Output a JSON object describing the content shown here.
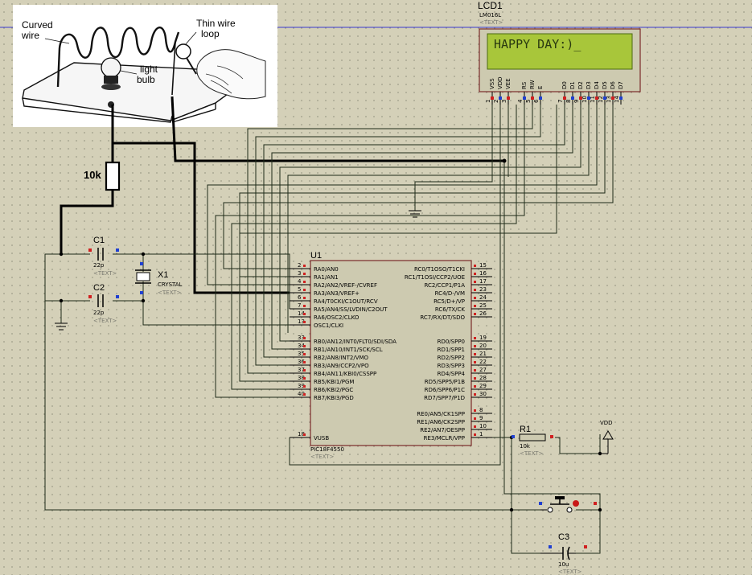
{
  "photo": {
    "curved_wire": "Curved\nwire",
    "thin_wire_loop": "Thin wire\nloop",
    "light_bulb": "light\nbulb"
  },
  "resistor_10k": {
    "label": "10k"
  },
  "lcd": {
    "ref": "LCD1",
    "part": "LM016L",
    "text_tag": "<TEXT>",
    "display": "HAPPY DAY:)_",
    "pin_names": [
      "VSS",
      "VDD",
      "VEE",
      "RS",
      "RW",
      "E",
      "D0",
      "D1",
      "D2",
      "D3",
      "D4",
      "D5",
      "D6",
      "D7"
    ],
    "pin_numbers": [
      "1",
      "2",
      "3",
      "4",
      "5",
      "6",
      "7",
      "8",
      "9",
      "10",
      "11",
      "12",
      "13",
      "14"
    ]
  },
  "c1": {
    "ref": "C1",
    "value": "22p",
    "text_tag": "<TEXT>"
  },
  "c2": {
    "ref": "C2",
    "value": "22p",
    "text_tag": "<TEXT>"
  },
  "x1": {
    "ref": "X1",
    "value": "CRYSTAL",
    "text_tag": "<TEXT>"
  },
  "u1": {
    "ref": "U1",
    "part": "PIC18F4550",
    "text_tag": "<TEXT>",
    "left_pins": [
      {
        "num": "2",
        "name": "RA0/AN0"
      },
      {
        "num": "3",
        "name": "RA1/AN1"
      },
      {
        "num": "4",
        "name": "RA2/AN2/VREF-/CVREF"
      },
      {
        "num": "5",
        "name": "RA3/AN3/VREF+"
      },
      {
        "num": "6",
        "name": "RA4/T0CKI/C1OUT/RCV"
      },
      {
        "num": "7",
        "name": "RA5/AN4/SS/LVDIN/C2OUT"
      },
      {
        "num": "14",
        "name": "RA6/OSC2/CLKO"
      },
      {
        "num": "13",
        "name": "OSC1/CLKI"
      },
      {
        "num": "33",
        "name": "RB0/AN12/INT0/FLT0/SDI/SDA"
      },
      {
        "num": "34",
        "name": "RB1/AN10/INT1/SCK/SCL"
      },
      {
        "num": "35",
        "name": "RB2/AN8/INT2/VMO"
      },
      {
        "num": "36",
        "name": "RB3/AN9/CCP2/VPO"
      },
      {
        "num": "37",
        "name": "RB4/AN11/KBI0/CSSPP"
      },
      {
        "num": "38",
        "name": "RB5/KBI1/PGM"
      },
      {
        "num": "39",
        "name": "RB6/KBI2/PGC"
      },
      {
        "num": "40",
        "name": "RB7/KBI3/PGD"
      },
      {
        "num": "18",
        "name": "VUSB"
      }
    ],
    "right_pins": [
      {
        "num": "15",
        "name": "RC0/T1OSO/T1CKI"
      },
      {
        "num": "16",
        "name": "RC1/T1OSI/CCP2/UOE"
      },
      {
        "num": "17",
        "name": "RC2/CCP1/P1A"
      },
      {
        "num": "23",
        "name": "RC4/D-/VM"
      },
      {
        "num": "24",
        "name": "RC5/D+/VP"
      },
      {
        "num": "25",
        "name": "RC6/TX/CK"
      },
      {
        "num": "26",
        "name": "RC7/RX/DT/SDO"
      },
      {
        "num": "19",
        "name": "RD0/SPP0"
      },
      {
        "num": "20",
        "name": "RD1/SPP1"
      },
      {
        "num": "21",
        "name": "RD2/SPP2"
      },
      {
        "num": "22",
        "name": "RD3/SPP3"
      },
      {
        "num": "27",
        "name": "RD4/SPP4"
      },
      {
        "num": "28",
        "name": "RD5/SPP5/P1B"
      },
      {
        "num": "29",
        "name": "RD6/SPP6/P1C"
      },
      {
        "num": "30",
        "name": "RD7/SPP7/P1D"
      },
      {
        "num": "8",
        "name": "RE0/AN5/CK1SPP"
      },
      {
        "num": "9",
        "name": "RE1/AN6/CK2SPP"
      },
      {
        "num": "10",
        "name": "RE2/AN7/OESPP"
      },
      {
        "num": "1",
        "name": "RE3/MCLR/VPP"
      }
    ]
  },
  "r1": {
    "ref": "R1",
    "value": "10k",
    "text_tag": "<TEXT>"
  },
  "vdd": {
    "label": "VDD"
  },
  "c3": {
    "ref": "C3",
    "value": "10u",
    "text_tag": "<TEXT>"
  }
}
